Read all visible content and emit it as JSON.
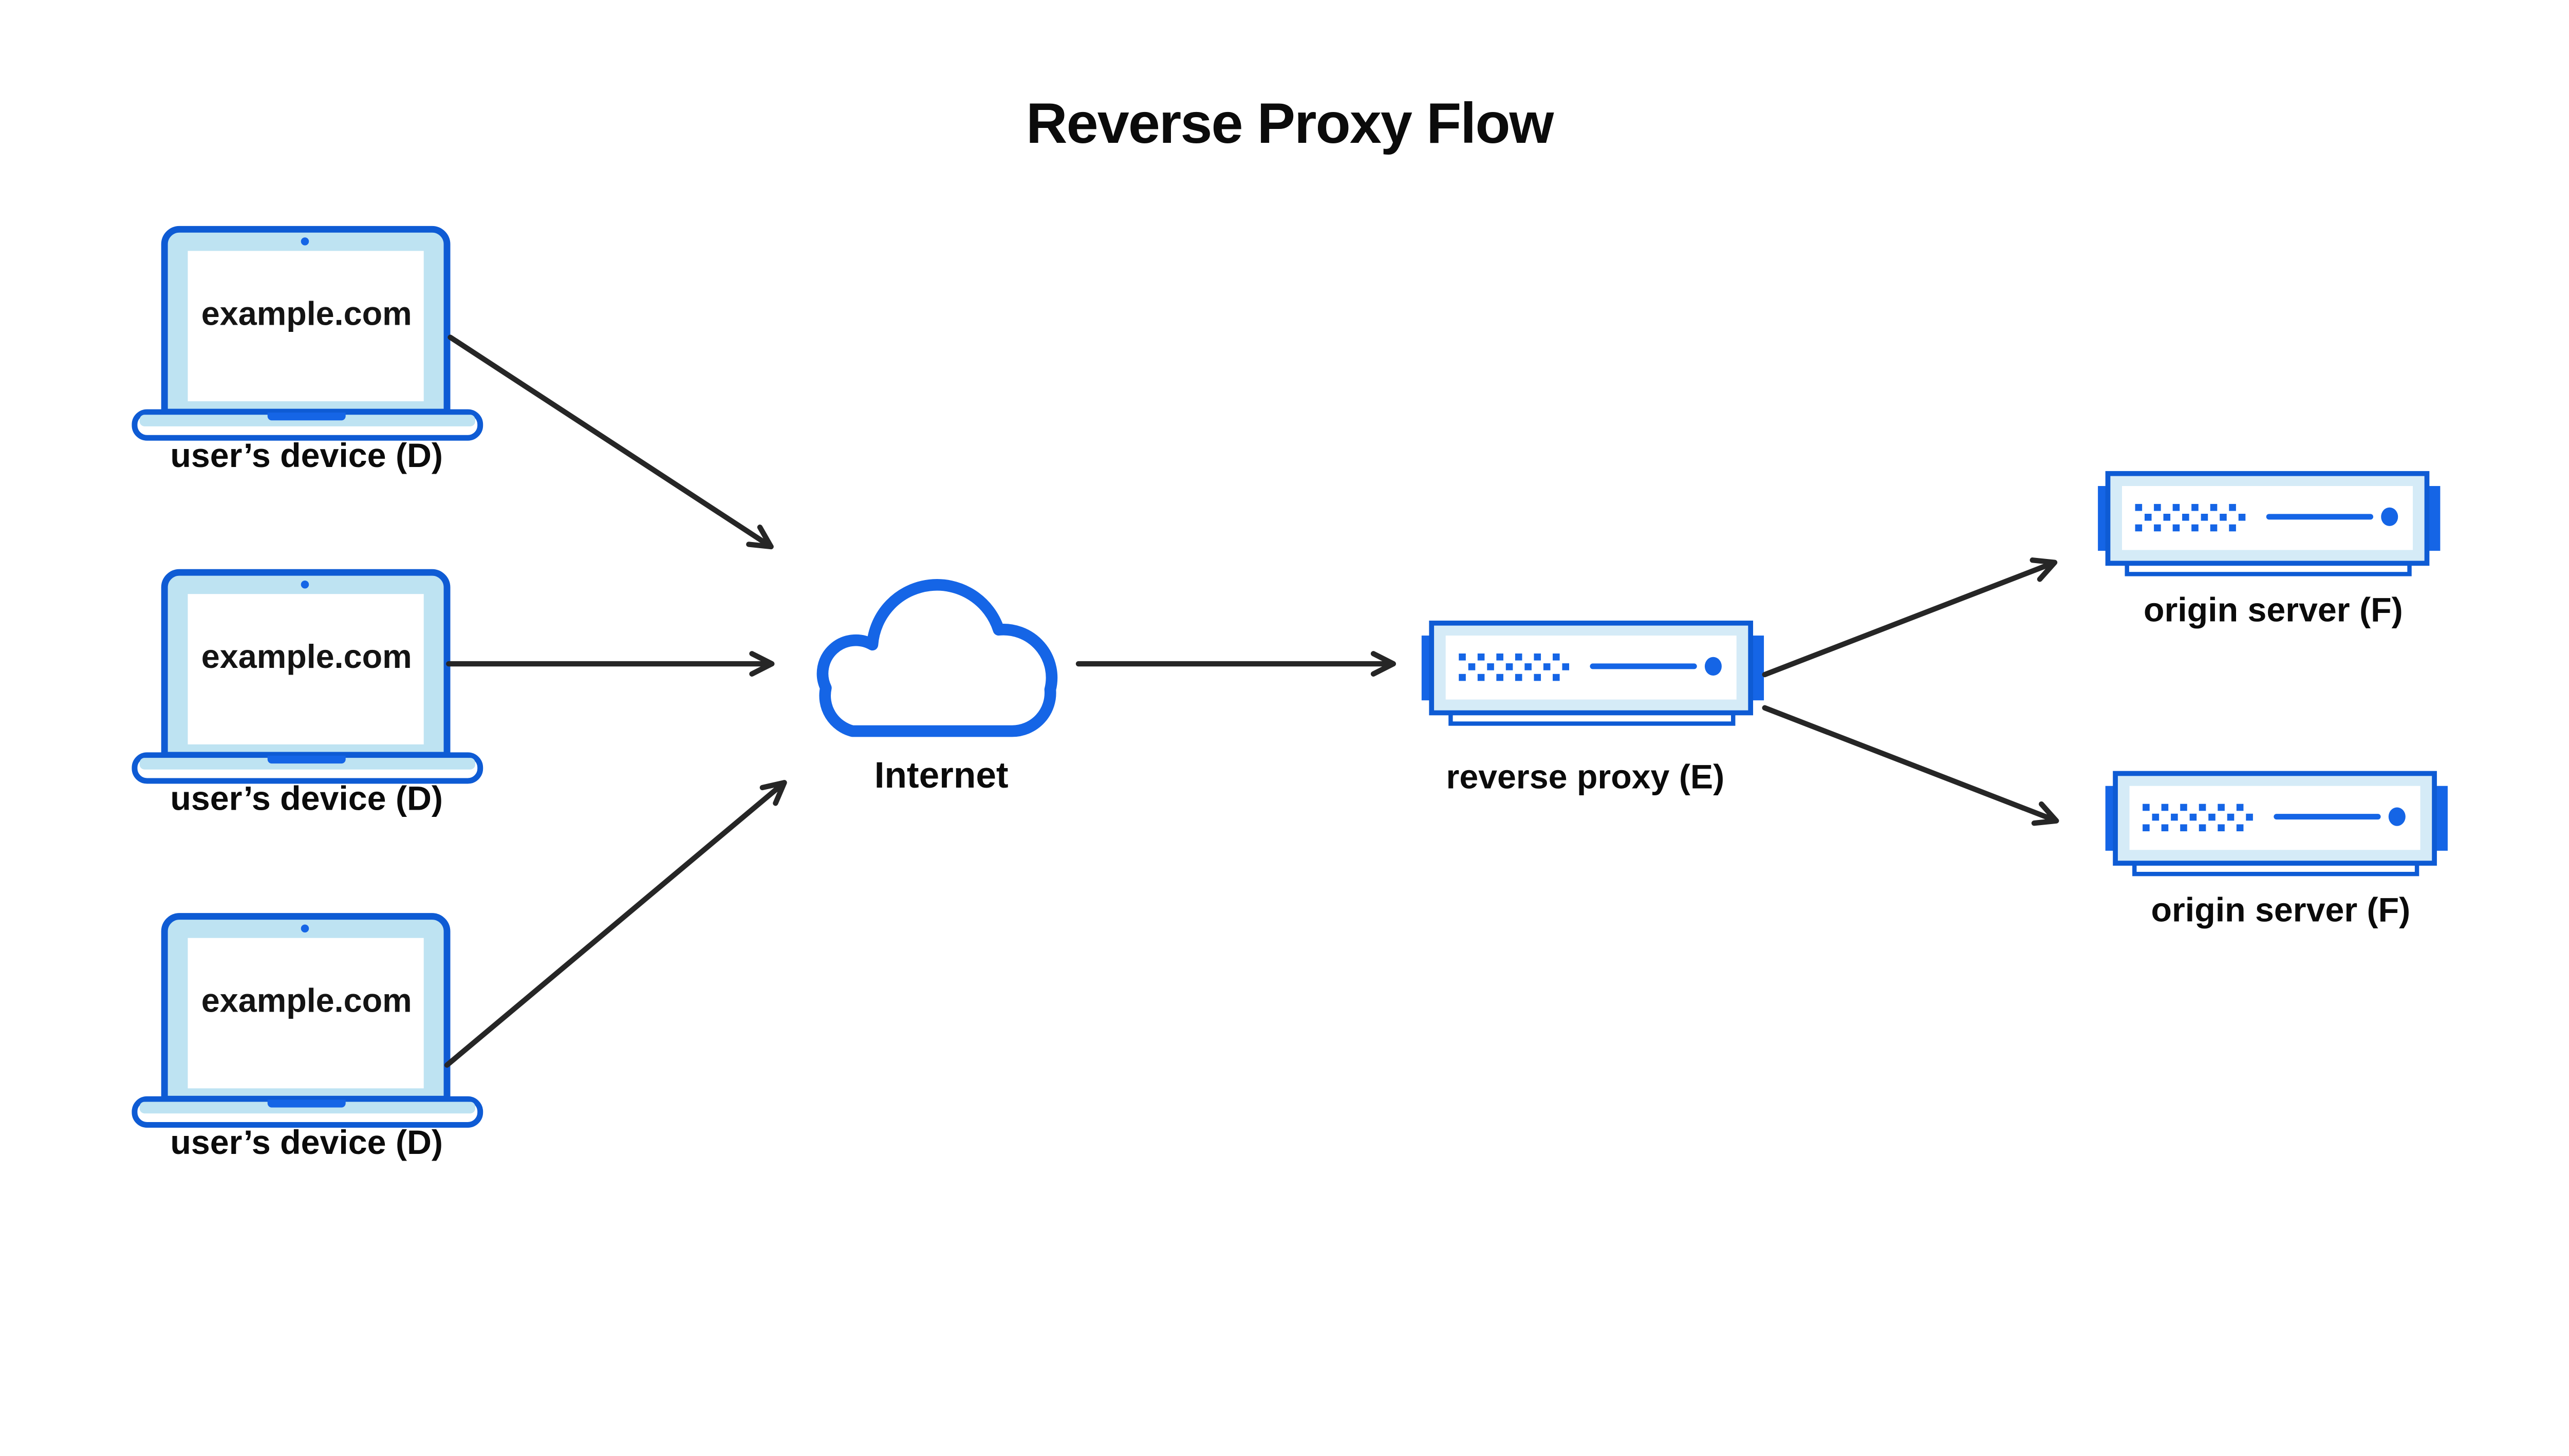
{
  "title": "Reverse Proxy Flow",
  "diagram": {
    "devices": [
      {
        "screen_text": "example.com",
        "label": "user’s device (D)"
      },
      {
        "screen_text": "example.com",
        "label": "user’s device (D)"
      },
      {
        "screen_text": "example.com",
        "label": "user’s device (D)"
      }
    ],
    "internet": {
      "label": "Internet"
    },
    "reverse_proxy": {
      "label": "reverse proxy (E)"
    },
    "origin_servers": [
      {
        "label": "origin server (F)"
      },
      {
        "label": "origin server (F)"
      }
    ]
  },
  "colors": {
    "outline_blue": "#0E5BD4",
    "solid_blue": "#1565E6",
    "laptop_fill": "#BEE3F2",
    "server_fill": "#D5EBF7",
    "panel_fill": "#FFFFFF",
    "arrow": "#262626",
    "text": "#0B0B0B",
    "background": "#FFFFFF"
  }
}
